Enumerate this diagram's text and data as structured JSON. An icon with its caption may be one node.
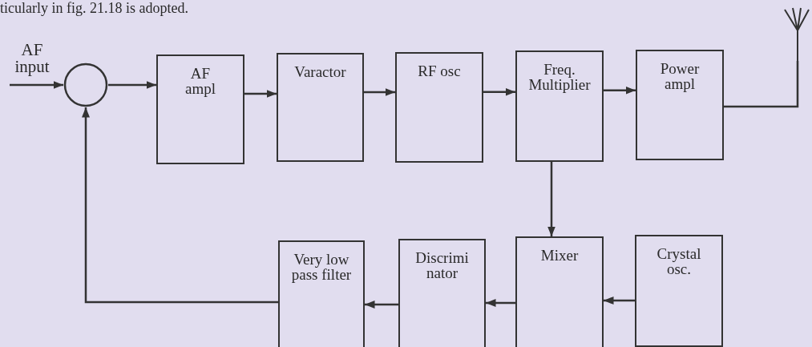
{
  "diagram": {
    "nodes": [
      {
        "text": [
          "AF input"
        ]
      },
      {
        "text": [],
        "shape": "circle"
      },
      {
        "text": [
          "AF ampl"
        ]
      },
      {
        "text": [
          "Varactor"
        ]
      },
      {
        "text": [
          "RF osc"
        ]
      },
      {
        "text": [
          "Freq. Multiplier"
        ]
      },
      {
        "text": [
          "Power ampl"
        ]
      },
      {
        "text": [],
        "shape": "picture"
      },
      {
        "text": [
          "Very low pass filter"
        ]
      },
      {
        "text": [
          "Discrimi nator"
        ]
      },
      {
        "text": [
          "Mixer"
        ]
      },
      {
        "text": [
          "Crystal osc."
        ]
      }
    ],
    "edges": [
      {
        "from": 0,
        "to": 1,
        "arrow": "to"
      },
      {
        "from": 1,
        "to": 2,
        "arrow": "to"
      },
      {
        "from": 2,
        "to": 3,
        "arrow": "to"
      },
      {
        "from": 3,
        "to": 4,
        "arrow": "to"
      },
      {
        "from": 4,
        "to": 5,
        "arrow": "to"
      },
      {
        "from": 5,
        "to": 6,
        "arrow": "to"
      },
      {
        "from": 6,
        "to": 7,
        "arrow": "none"
      },
      {
        "from": 5,
        "to": 10,
        "arrow": "to"
      },
      {
        "from": 11,
        "to": 10,
        "arrow": "to"
      },
      {
        "from": 10,
        "to": 9,
        "arrow": "to"
      },
      {
        "from": 9,
        "to": 8,
        "arrow": "to"
      },
      {
        "from": 8,
        "to": 1,
        "arrow": "to"
      }
    ],
    "labels": [
      "ticularly in fig. 21.18 is adopted."
    ]
  }
}
